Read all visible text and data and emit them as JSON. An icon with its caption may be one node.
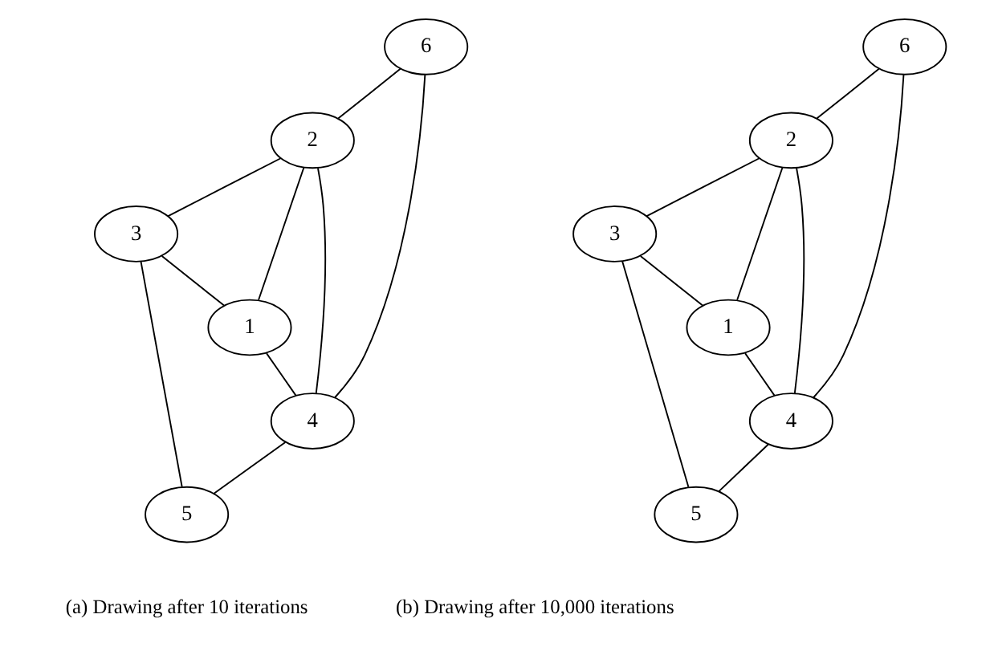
{
  "diagram": {
    "nodes": [
      {
        "text": [
          "6"
        ]
      },
      {
        "text": [
          "2"
        ]
      },
      {
        "text": [
          "3"
        ]
      },
      {
        "text": [
          "5"
        ]
      },
      {
        "text": [
          "4"
        ]
      },
      {
        "text": [
          "1"
        ]
      },
      {
        "text": [
          "2"
        ]
      },
      {
        "text": [
          "6"
        ]
      },
      {
        "text": [
          "5"
        ]
      },
      {
        "text": [
          "3"
        ]
      },
      {
        "text": [
          "1"
        ]
      },
      {
        "text": [
          "4"
        ]
      }
    ],
    "edges": [
      {
        "from": 0,
        "to": 1,
        "arrow": "none"
      },
      {
        "from": 0,
        "to": 4,
        "arrow": "none"
      },
      {
        "from": 1,
        "to": 5,
        "arrow": "none"
      },
      {
        "from": 1,
        "to": 2,
        "arrow": "none"
      },
      {
        "from": 1,
        "to": 4,
        "arrow": "none"
      },
      {
        "from": 2,
        "to": 5,
        "arrow": "none"
      },
      {
        "from": 2,
        "to": 3,
        "arrow": "none"
      },
      {
        "from": 5,
        "to": 4,
        "arrow": "none"
      },
      {
        "from": 4,
        "to": 3,
        "arrow": "none"
      },
      {
        "from": 7,
        "to": 6,
        "arrow": "none"
      },
      {
        "from": 7,
        "to": 11,
        "arrow": "none"
      },
      {
        "from": 6,
        "to": 10,
        "arrow": "none"
      },
      {
        "from": 6,
        "to": 9,
        "arrow": "none"
      },
      {
        "from": 6,
        "to": 11,
        "arrow": "none"
      },
      {
        "from": 9,
        "to": 10,
        "arrow": "none"
      },
      {
        "from": 9,
        "to": 8,
        "arrow": "none"
      },
      {
        "from": 10,
        "to": 11,
        "arrow": "none"
      },
      {
        "from": 11,
        "to": 8,
        "arrow": "none"
      }
    ],
    "labels": [
      "(a) Drawing after 10 iterations",
      "(b) Drawing after 10,000 iterations"
    ]
  }
}
